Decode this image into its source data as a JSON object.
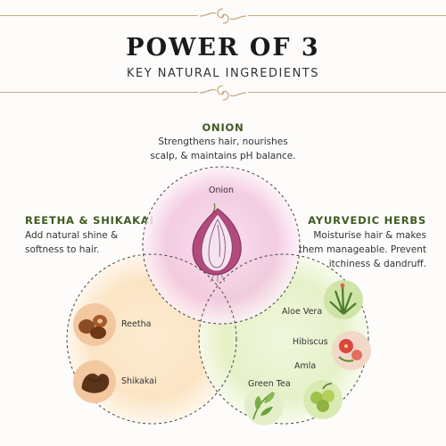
{
  "header": {
    "title": "POWER OF 3",
    "subtitle": "KEY NATURAL INGREDIENTS"
  },
  "onion_section": {
    "heading": "ONION",
    "description_line1": "Strengthens hair, nourishes",
    "description_line2": "scalp, & maintains pH balance.",
    "circle_label": "Onion"
  },
  "reetha_section": {
    "heading": "REETHA & SHIKAKAI",
    "description_line1": "Add natural shine &",
    "description_line2": "softness to hair.",
    "items": [
      "Reetha",
      "Shikakai"
    ]
  },
  "herbs_section": {
    "heading": "AYURVEDIC HERBS",
    "description_line1": "Moisturise hair & makes",
    "description_line2": "them manageable. Prevent",
    "description_line3": "itchiness & dandruff.",
    "items": [
      "Aloe Vera",
      "Hibiscus",
      "Amla",
      "Green Tea"
    ]
  },
  "colors": {
    "accent_gold": "#c9a883",
    "heading_green": "#3f5b22",
    "onion_circle": "#f2c4df",
    "reetha_circle": "#fbe2bf",
    "herbs_circle": "#e3f0c4"
  }
}
